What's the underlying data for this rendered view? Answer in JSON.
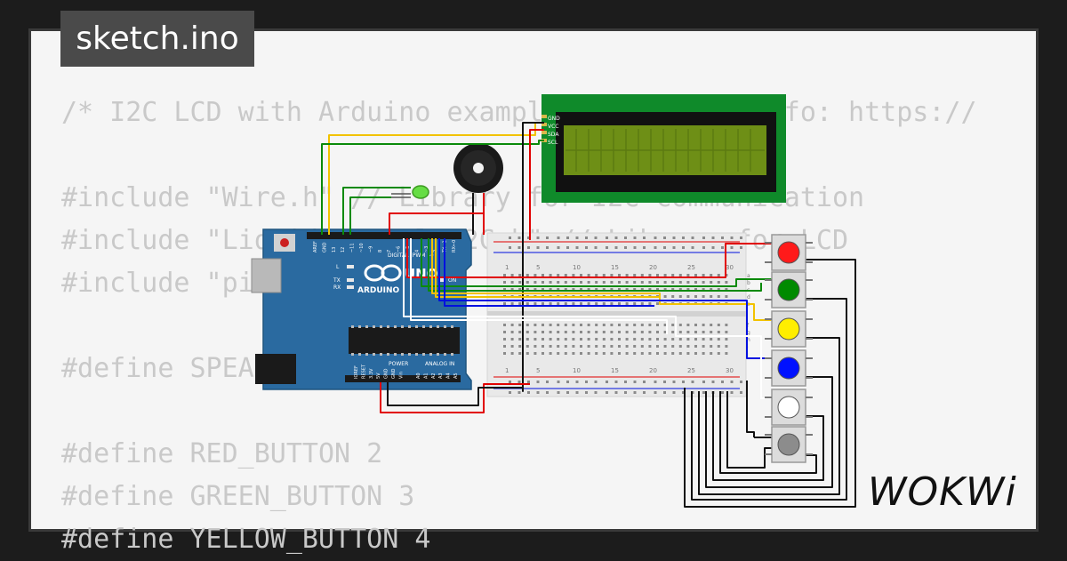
{
  "tab": {
    "filename": "sketch.ino"
  },
  "editor": {
    "lines": [
      "/* I2C LCD with Arduino example code. More info: https://",
      "",
      "#include \"Wire.h\" // Library for I2C communication",
      "#include \"LiquidCrystal_I2C.h\" // Library for LCD",
      "#include \"pitches.h\"",
      "",
      "#define SPEAKER_PIN 8",
      "",
      "#define RED_BUTTON 2",
      "#define GREEN_BUTTON 3",
      "#define YELLOW_BUTTON 4"
    ]
  },
  "lcd": {
    "pins": [
      "GND",
      "VCC",
      "SDA",
      "SCL"
    ]
  },
  "arduino": {
    "brand": "ARDUINO",
    "model": "UNO",
    "digital_label": "DIGITAL (PWM ~)",
    "power_label": "POWER",
    "analog_label": "ANALOG IN",
    "led_l": "L",
    "led_tx": "TX",
    "led_rx": "RX",
    "on_label": "ON",
    "header_pins": [
      "AREF",
      "GND",
      "13",
      "12",
      "~11",
      "~10",
      "~9",
      "8",
      "7",
      "~6",
      "~5",
      "4",
      "~3",
      "2",
      "TX→1",
      "RX←0"
    ],
    "power_pins": [
      "IOREF",
      "RESET",
      "3.3V",
      "5V",
      "GND",
      "GND",
      "Vin"
    ],
    "analog_pins": [
      "A0",
      "A1",
      "A2",
      "A3",
      "A4",
      "A5"
    ]
  },
  "breadboard": {
    "columns": [
      "1",
      "5",
      "10",
      "15",
      "20",
      "25",
      "30"
    ],
    "rows_top": [
      "j",
      "i",
      "h",
      "g",
      "f"
    ],
    "rows_bottom": [
      "e",
      "d",
      "c",
      "b",
      "a"
    ]
  },
  "buttons": [
    {
      "name": "red",
      "color": "#ff1a1a"
    },
    {
      "name": "green",
      "color": "#008a00"
    },
    {
      "name": "yellow",
      "color": "#ffee00"
    },
    {
      "name": "blue",
      "color": "#0011ff"
    },
    {
      "name": "white",
      "color": "#ffffff"
    },
    {
      "name": "gray",
      "color": "#8c8c8c"
    }
  ],
  "wire_colors": {
    "red": "#e10000",
    "green": "#0a8a0a",
    "yellow": "#f2c200",
    "blue": "#0010e0",
    "white": "#ffffff",
    "black": "#111111",
    "orange": "#f0a000"
  },
  "logo": {
    "text": "WOKWi"
  }
}
